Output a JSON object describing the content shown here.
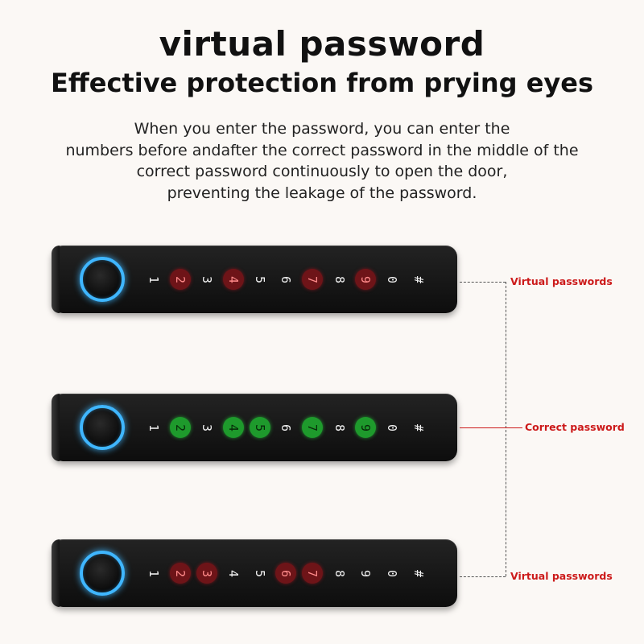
{
  "title": "virtual password",
  "subtitle": "Effective protection from prying eyes",
  "description": [
    "When you enter the password, you can enter the",
    "numbers before andafter the correct password in the middle of the",
    "correct password continuously to open the door,",
    "preventing the leakage of the password."
  ],
  "keypad_keys": [
    "1",
    "2",
    "3",
    "4",
    "5",
    "6",
    "7",
    "8",
    "9",
    "0",
    "#"
  ],
  "locks": [
    {
      "label": "Virtual passwords",
      "highlight_color": "#6e1418",
      "highlighted_keys": [
        "2",
        "4",
        "7",
        "9"
      ]
    },
    {
      "label": "Correct password",
      "highlight_color": "#1e9a2c",
      "highlighted_keys": [
        "2",
        "4",
        "5",
        "7",
        "9"
      ]
    },
    {
      "label": "Virtual passwords",
      "highlight_color": "#6e1418",
      "highlighted_keys": [
        "2",
        "3",
        "6",
        "7"
      ]
    }
  ],
  "colors": {
    "label_text": "#cc1a1a",
    "fingerprint_ring": "#3fb6ff",
    "lock_body": "#141414"
  },
  "icons": {
    "fingerprint": "fingerprint-scanner-icon"
  }
}
